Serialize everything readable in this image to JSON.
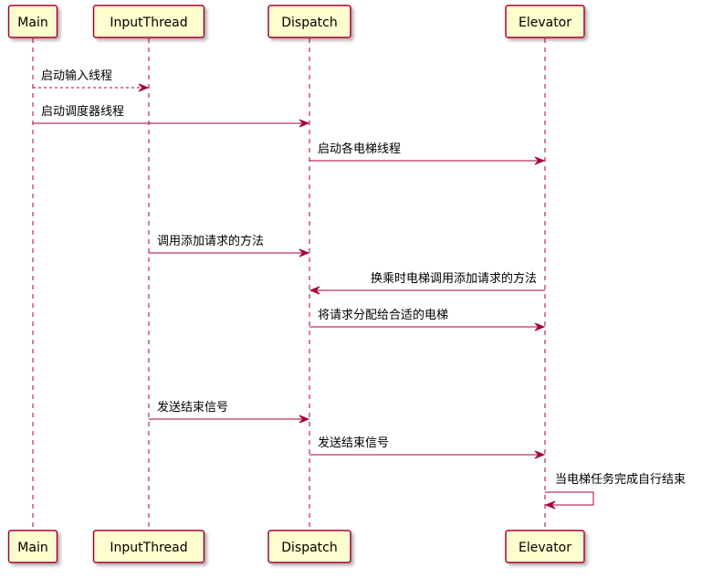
{
  "participants": [
    {
      "id": "main",
      "label": "Main"
    },
    {
      "id": "input",
      "label": "InputThread"
    },
    {
      "id": "dispatch",
      "label": "Dispatch"
    },
    {
      "id": "elevator",
      "label": "Elevator"
    }
  ],
  "messages": [
    {
      "from": "main",
      "to": "input",
      "label": "启动输入线程",
      "style": "dashed"
    },
    {
      "from": "main",
      "to": "dispatch",
      "label": "启动调度器线程",
      "style": "solid"
    },
    {
      "from": "dispatch",
      "to": "elevator",
      "label": "启动各电梯线程",
      "style": "solid"
    },
    {
      "from": "input",
      "to": "dispatch",
      "label": "调用添加请求的方法",
      "style": "solid"
    },
    {
      "from": "elevator",
      "to": "dispatch",
      "label": "换乘时电梯调用添加请求的方法",
      "style": "solid"
    },
    {
      "from": "dispatch",
      "to": "elevator",
      "label": "将请求分配给合适的电梯",
      "style": "solid"
    },
    {
      "from": "input",
      "to": "dispatch",
      "label": "发送结束信号",
      "style": "solid"
    },
    {
      "from": "dispatch",
      "to": "elevator",
      "label": "发送结束信号",
      "style": "solid"
    },
    {
      "from": "elevator",
      "to": "elevator",
      "label": "当电梯任务完成自行结束",
      "style": "solid"
    }
  ],
  "colors": {
    "participant_fill": "#FEFECE",
    "participant_border": "#A80036",
    "lifeline": "#A80036",
    "arrow": "#A80036",
    "text": "#000000"
  }
}
